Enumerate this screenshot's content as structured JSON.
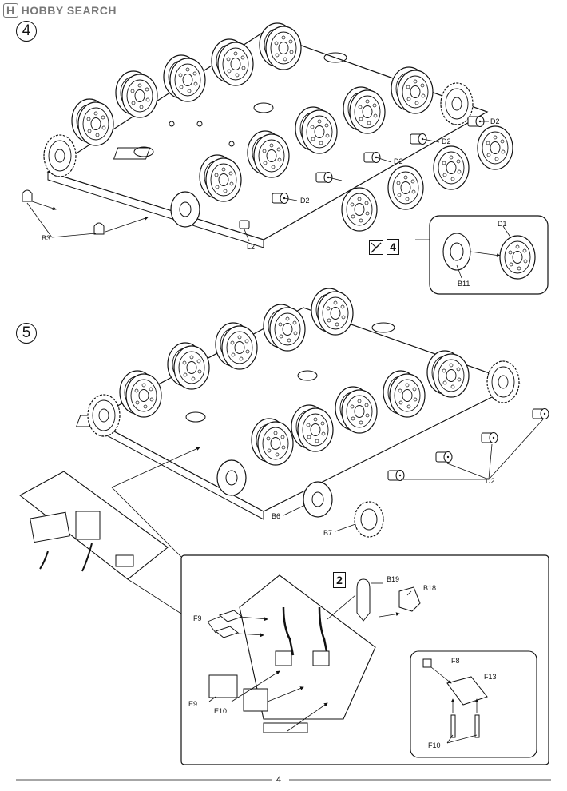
{
  "watermark": "HOBBY SEARCH",
  "watermark_logo": "H",
  "steps": [
    {
      "number": "4"
    },
    {
      "number": "5"
    }
  ],
  "labels": {
    "d2_a": "D2",
    "d2_b": "D2",
    "d2_c": "D2",
    "d2_d": "D2",
    "b3": "B3",
    "l2": "L2",
    "d1": "D1",
    "b11": "B11",
    "d2_step5": "D2",
    "b6": "B6",
    "b7": "B7",
    "b19": "B19",
    "b18": "B18",
    "f9": "F9",
    "e9": "E9",
    "e10": "E10",
    "f8": "F8",
    "f13": "F13",
    "f10": "F10"
  },
  "badges": {
    "step4_ref": "4",
    "step5_ref": "2"
  },
  "page_number": "4",
  "icons": [
    "wheel-icon",
    "pencil-icon",
    "leader-arrow"
  ]
}
